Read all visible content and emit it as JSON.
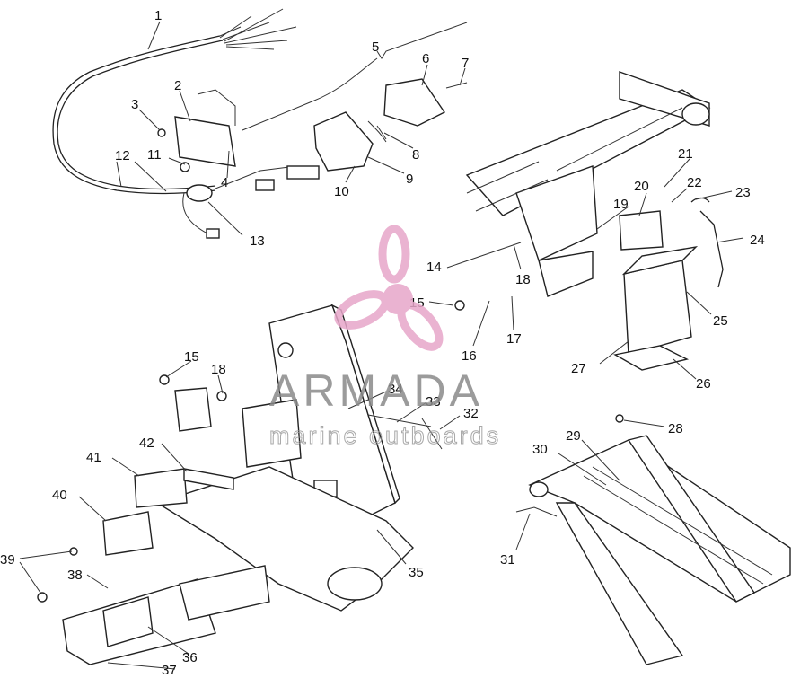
{
  "watermark": {
    "brand": "ARMADA",
    "tagline": "marine outboards",
    "brand_color": "#8a8a8a",
    "logo_color": "#e7a6c9"
  },
  "callouts": [
    "1",
    "2",
    "3",
    "4",
    "5",
    "6",
    "7",
    "8",
    "9",
    "10",
    "11",
    "12",
    "13",
    "14",
    "15",
    "16",
    "17",
    "18",
    "19",
    "20",
    "21",
    "22",
    "23",
    "24",
    "25",
    "26",
    "27",
    "28",
    "29",
    "30",
    "31",
    "32",
    "33",
    "34",
    "35",
    "36",
    "37",
    "38",
    "39",
    "40",
    "41",
    "42",
    "15",
    "18"
  ]
}
